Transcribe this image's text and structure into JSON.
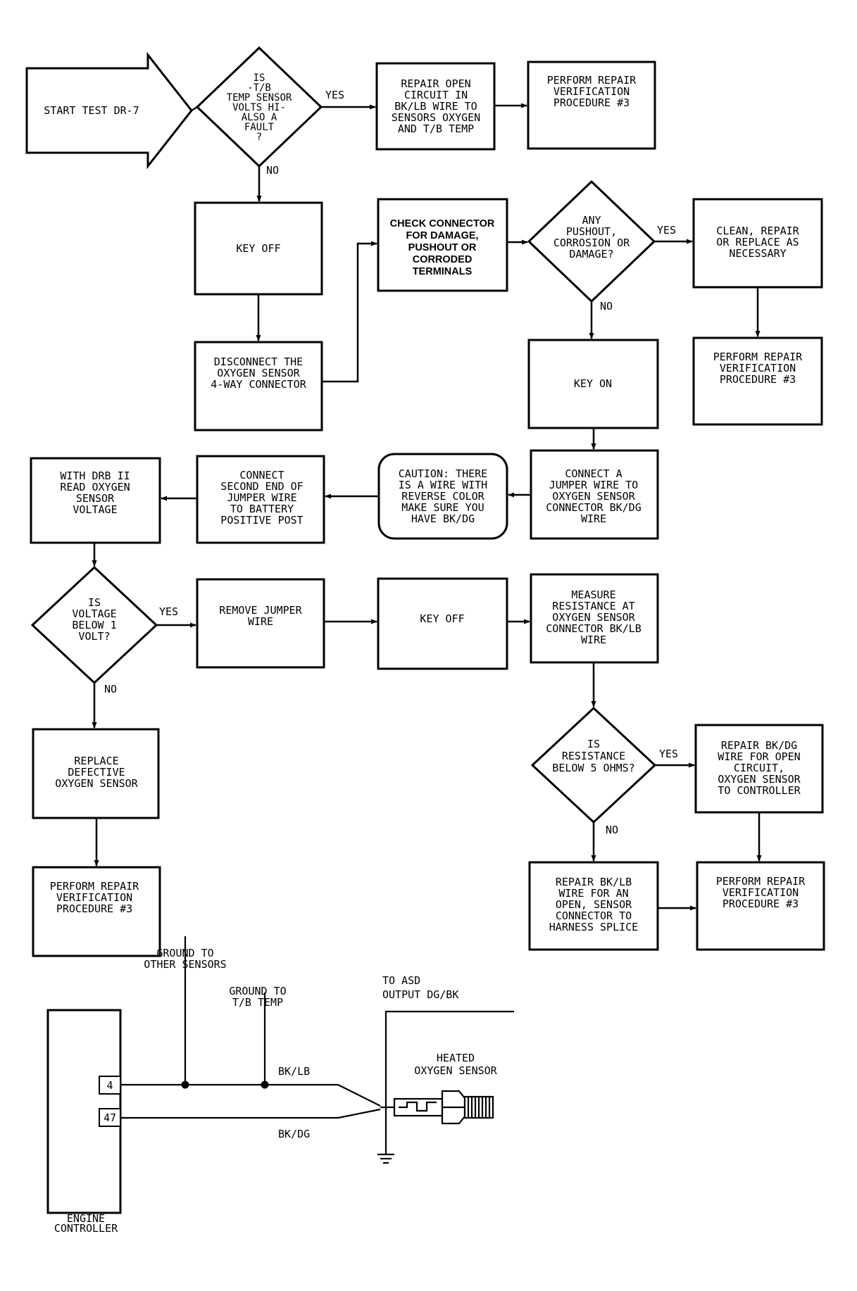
{
  "nodes": {
    "start": {
      "lines": [
        "START TEST DR-7"
      ]
    },
    "d_temp": {
      "lines": [
        "IS",
        "-T/B",
        "TEMP SENSOR",
        "VOLTS HI-",
        "ALSO A",
        "FAULT",
        "?"
      ]
    },
    "repair_open": {
      "lines": [
        "REPAIR OPEN",
        "CIRCUIT IN",
        "BK/LB WIRE TO",
        "SENSORS OXYGEN",
        "AND T/B TEMP"
      ]
    },
    "verify1": {
      "lines": [
        "PERFORM REPAIR",
        "VERIFICATION",
        "PROCEDURE #3"
      ]
    },
    "key_off1": {
      "lines": [
        "KEY OFF"
      ]
    },
    "disconnect": {
      "lines": [
        "DISCONNECT THE",
        "OXYGEN SENSOR",
        "4-WAY CONNECTOR"
      ]
    },
    "check_conn": {
      "lines": [
        "CHECK CONNECTOR",
        "FOR DAMAGE,",
        "PUSHOUT OR",
        "CORRODED",
        "TERMINALS"
      ]
    },
    "d_pushout": {
      "lines": [
        "ANY",
        "PUSHOUT,",
        "CORROSION OR",
        "DAMAGE?"
      ]
    },
    "clean": {
      "lines": [
        "CLEAN, REPAIR",
        "OR REPLACE AS",
        "NECESSARY"
      ]
    },
    "verify2": {
      "lines": [
        "PERFORM REPAIR",
        "VERIFICATION",
        "PROCEDURE #3"
      ]
    },
    "key_on": {
      "lines": [
        "KEY ON"
      ]
    },
    "connect_jumper": {
      "lines": [
        "CONNECT A",
        "JUMPER WIRE TO",
        "OXYGEN SENSOR",
        "CONNECTOR BK/DG",
        "WIRE"
      ]
    },
    "caution": {
      "lines": [
        "CAUTION: THERE",
        "IS A WIRE WITH",
        "REVERSE COLOR",
        "MAKE SURE YOU",
        "HAVE BK/DG"
      ]
    },
    "connect_second": {
      "lines": [
        "CONNECT",
        "SECOND END OF",
        "JUMPER WIRE",
        "TO BATTERY",
        "POSITIVE POST"
      ]
    },
    "read_o2": {
      "lines": [
        "WITH DRB II",
        "READ OXYGEN",
        "SENSOR",
        "VOLTAGE"
      ]
    },
    "d_voltage": {
      "lines": [
        "IS",
        "VOLTAGE",
        "BELOW 1",
        "VOLT?"
      ]
    },
    "remove_jumper": {
      "lines": [
        "REMOVE JUMPER",
        "WIRE"
      ]
    },
    "key_off2": {
      "lines": [
        "KEY OFF"
      ]
    },
    "measure": {
      "lines": [
        "MEASURE",
        "RESISTANCE AT",
        "OXYGEN SENSOR",
        "CONNECTOR BK/LB",
        "WIRE"
      ]
    },
    "replace": {
      "lines": [
        "REPLACE",
        "DEFECTIVE",
        "OXYGEN SENSOR"
      ]
    },
    "verify3": {
      "lines": [
        "PERFORM REPAIR",
        "VERIFICATION",
        "PROCEDURE #3"
      ]
    },
    "d_resist": {
      "lines": [
        "IS",
        "RESISTANCE",
        "BELOW 5 OHMS?"
      ]
    },
    "repair_bkdg": {
      "lines": [
        "REPAIR BK/DG",
        "WIRE FOR OPEN",
        "CIRCUIT,",
        "OXYGEN SENSOR",
        "TO CONTROLLER"
      ]
    },
    "repair_bklb": {
      "lines": [
        "REPAIR BK/LB",
        "WIRE FOR AN",
        "OPEN, SENSOR",
        "CONNECTOR TO",
        "HARNESS SPLICE"
      ]
    },
    "verify4": {
      "lines": [
        "PERFORM REPAIR",
        "VERIFICATION",
        "PROCEDURE #3"
      ]
    }
  },
  "edge_labels": {
    "temp_yes": "YES",
    "temp_no": "NO",
    "pushout_yes": "YES",
    "pushout_no": "NO",
    "voltage_yes": "YES",
    "voltage_no": "NO",
    "resist_yes": "YES",
    "resist_no": "NO"
  },
  "schematic": {
    "ground_other": [
      "GROUND TO",
      "OTHER SENSORS"
    ],
    "ground_tb": [
      "GROUND TO",
      "T/B TEMP"
    ],
    "asd": [
      "TO ASD",
      "OUTPUT  DG/BK"
    ],
    "heated_sensor": [
      "HEATED",
      "OXYGEN SENSOR"
    ],
    "wire_bklb": "BK/LB",
    "wire_bkdg": "BK/DG",
    "pin_4": "4",
    "pin_47": "47",
    "engine_controller": [
      "ENGINE",
      "CONTROLLER"
    ]
  }
}
